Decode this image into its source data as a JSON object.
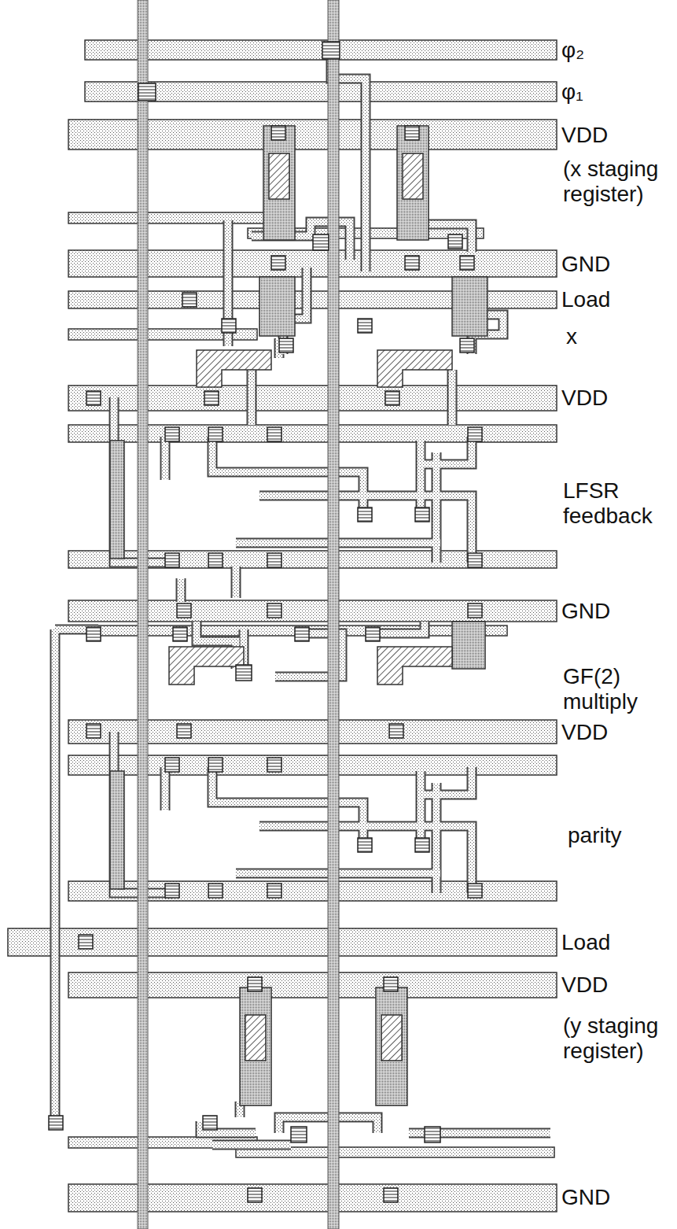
{
  "diagram": {
    "labels": [
      "φ₂",
      "φ₁",
      "VDD",
      "(x staging register)",
      "GND",
      "Load",
      "x",
      "VDD",
      "LFSR feedback",
      "GND",
      "GF(2) multiply",
      "VDD",
      "parity",
      "Load",
      "VDD",
      "(y staging register)",
      "GND"
    ]
  }
}
